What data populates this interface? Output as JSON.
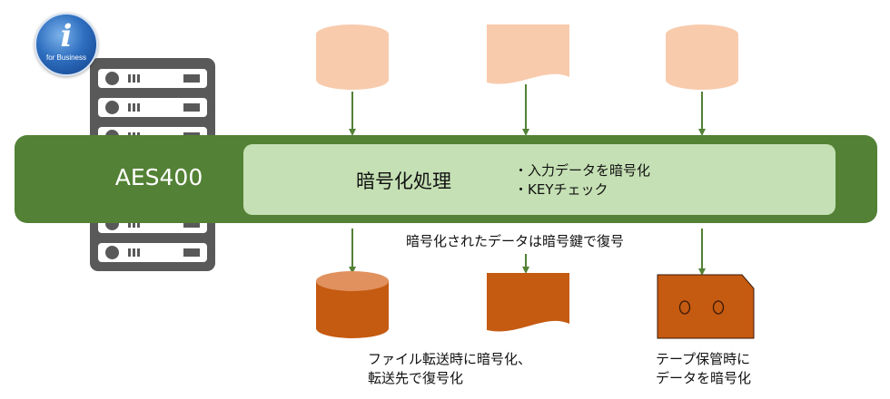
{
  "badge": {
    "glyph": "i",
    "subtitle": "for Business"
  },
  "band": {
    "label": "AES400"
  },
  "panel": {
    "title": "暗号化処理",
    "bullets": [
      "・入力データを暗号化",
      "・KEYチェック"
    ]
  },
  "captions": {
    "middle": "暗号化されたデータは暗号鍵で復号",
    "file_transfer": [
      "ファイル転送時に暗号化、",
      "転送先で復号化"
    ],
    "tape_storage": [
      "テープ保管時に",
      "データを暗号化"
    ]
  },
  "colors": {
    "band": "#538135",
    "panel": "#c5e0b4",
    "arrow": "#538135",
    "input_shape": "#f8cbad",
    "output_shape": "#c55a11",
    "server": "#595959"
  },
  "icons": [
    "server-icon",
    "ibm-i-badge-icon",
    "database-icon",
    "document-icon",
    "tape-icon"
  ]
}
